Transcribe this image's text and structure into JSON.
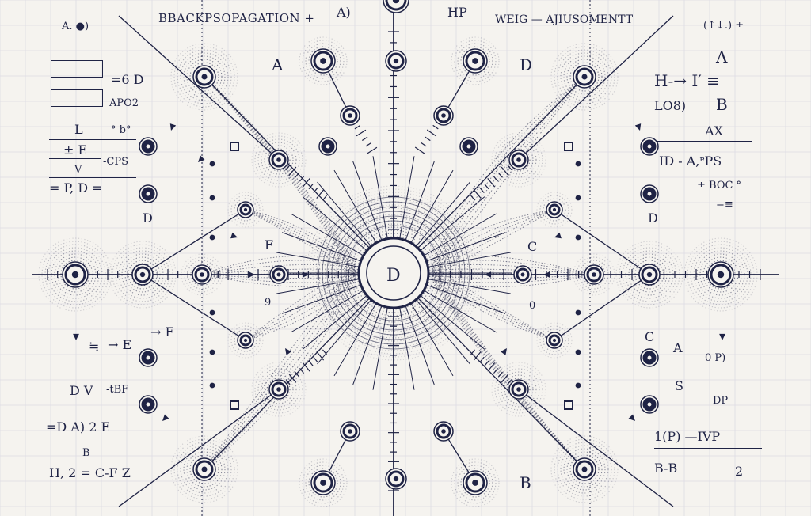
{
  "title": "BBACKPSOPAGATION +",
  "subtitle": "WEIG — AJIUSOMENTT",
  "center_node_label": "D",
  "colors": {
    "ink": "#1f2345",
    "paper": "#f5f3ef",
    "grid": "#dcdbe3"
  },
  "annotations": {
    "top_left": "A. ●)",
    "top_a": "A)",
    "top_hp": "HP",
    "top_right": "(↑↓.) ±",
    "left_eq_d": "=6 D",
    "left_apoz": "APO2",
    "left_l": "L",
    "left_b_q": "° b°",
    "left_e_f": "± E",
    "left_cps": "-CPS",
    "left_v": "V",
    "left_fpd": "= P, D =",
    "left_d": "D",
    "left_f_mid": "F",
    "left_e_mid": "E",
    "left_to_f": "→ F",
    "left_eq": "≒",
    "left_re": "→ Е",
    "left_dv": "D V",
    "left_tbf": "-tBF",
    "left_da": "=D A) 2 E",
    "left_b": "B",
    "left_h2": "H, 2 = C-F Z",
    "right_a": "A",
    "right_h": "H-→ I′ ≡",
    "right_los": "LO8)",
    "right_b": "B",
    "right_ax": "AX",
    "right_id": "ID - A,ᵄPS",
    "right_boc": "± BOC °",
    "right_eqd": "=≡",
    "right_d": "D",
    "right_c": "C",
    "right_a2": "A",
    "right_cp": "C",
    "right_ob": "0 P)",
    "right_s": "S",
    "right_dp": "DP",
    "right_ivp": "1(P) —IVP",
    "right_bb": "B-B",
    "right_2": "2",
    "mid_a": "A",
    "mid_d": "D",
    "mid_f": "F",
    "mid_c": "C",
    "mid_b": "B",
    "mid_9": "9",
    "mid_o": "0"
  }
}
